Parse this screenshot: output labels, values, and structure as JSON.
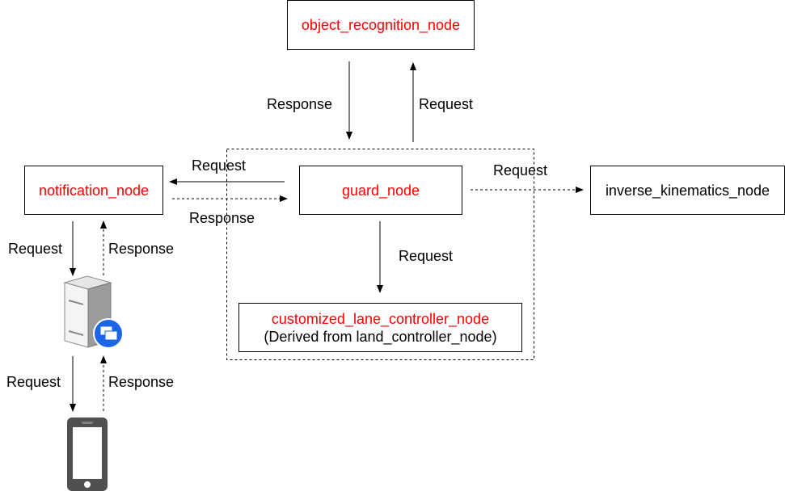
{
  "nodes": {
    "object_recognition": "object_recognition_node",
    "notification": "notification_node",
    "guard": "guard_node",
    "inverse_kinematics": "inverse_kinematics_node",
    "customized_lane_controller": "customized_lane_controller_node",
    "customized_lane_controller_sub": "(Derived from land_controller_node)"
  },
  "labels": {
    "obj_response": "Response",
    "obj_request": "Request",
    "notif_request_out": "Request",
    "notif_response_in": "Response",
    "ik_request": "Request",
    "clc_request": "Request",
    "server_request": "Request",
    "server_response": "Response",
    "phone_request": "Request",
    "phone_response": "Response"
  },
  "colors": {
    "node_text_red": "#ff0000",
    "line": "#000000",
    "server_badge": "#1a66e6"
  },
  "icons": {
    "server": "server-icon",
    "phone": "mobile-phone-icon"
  }
}
